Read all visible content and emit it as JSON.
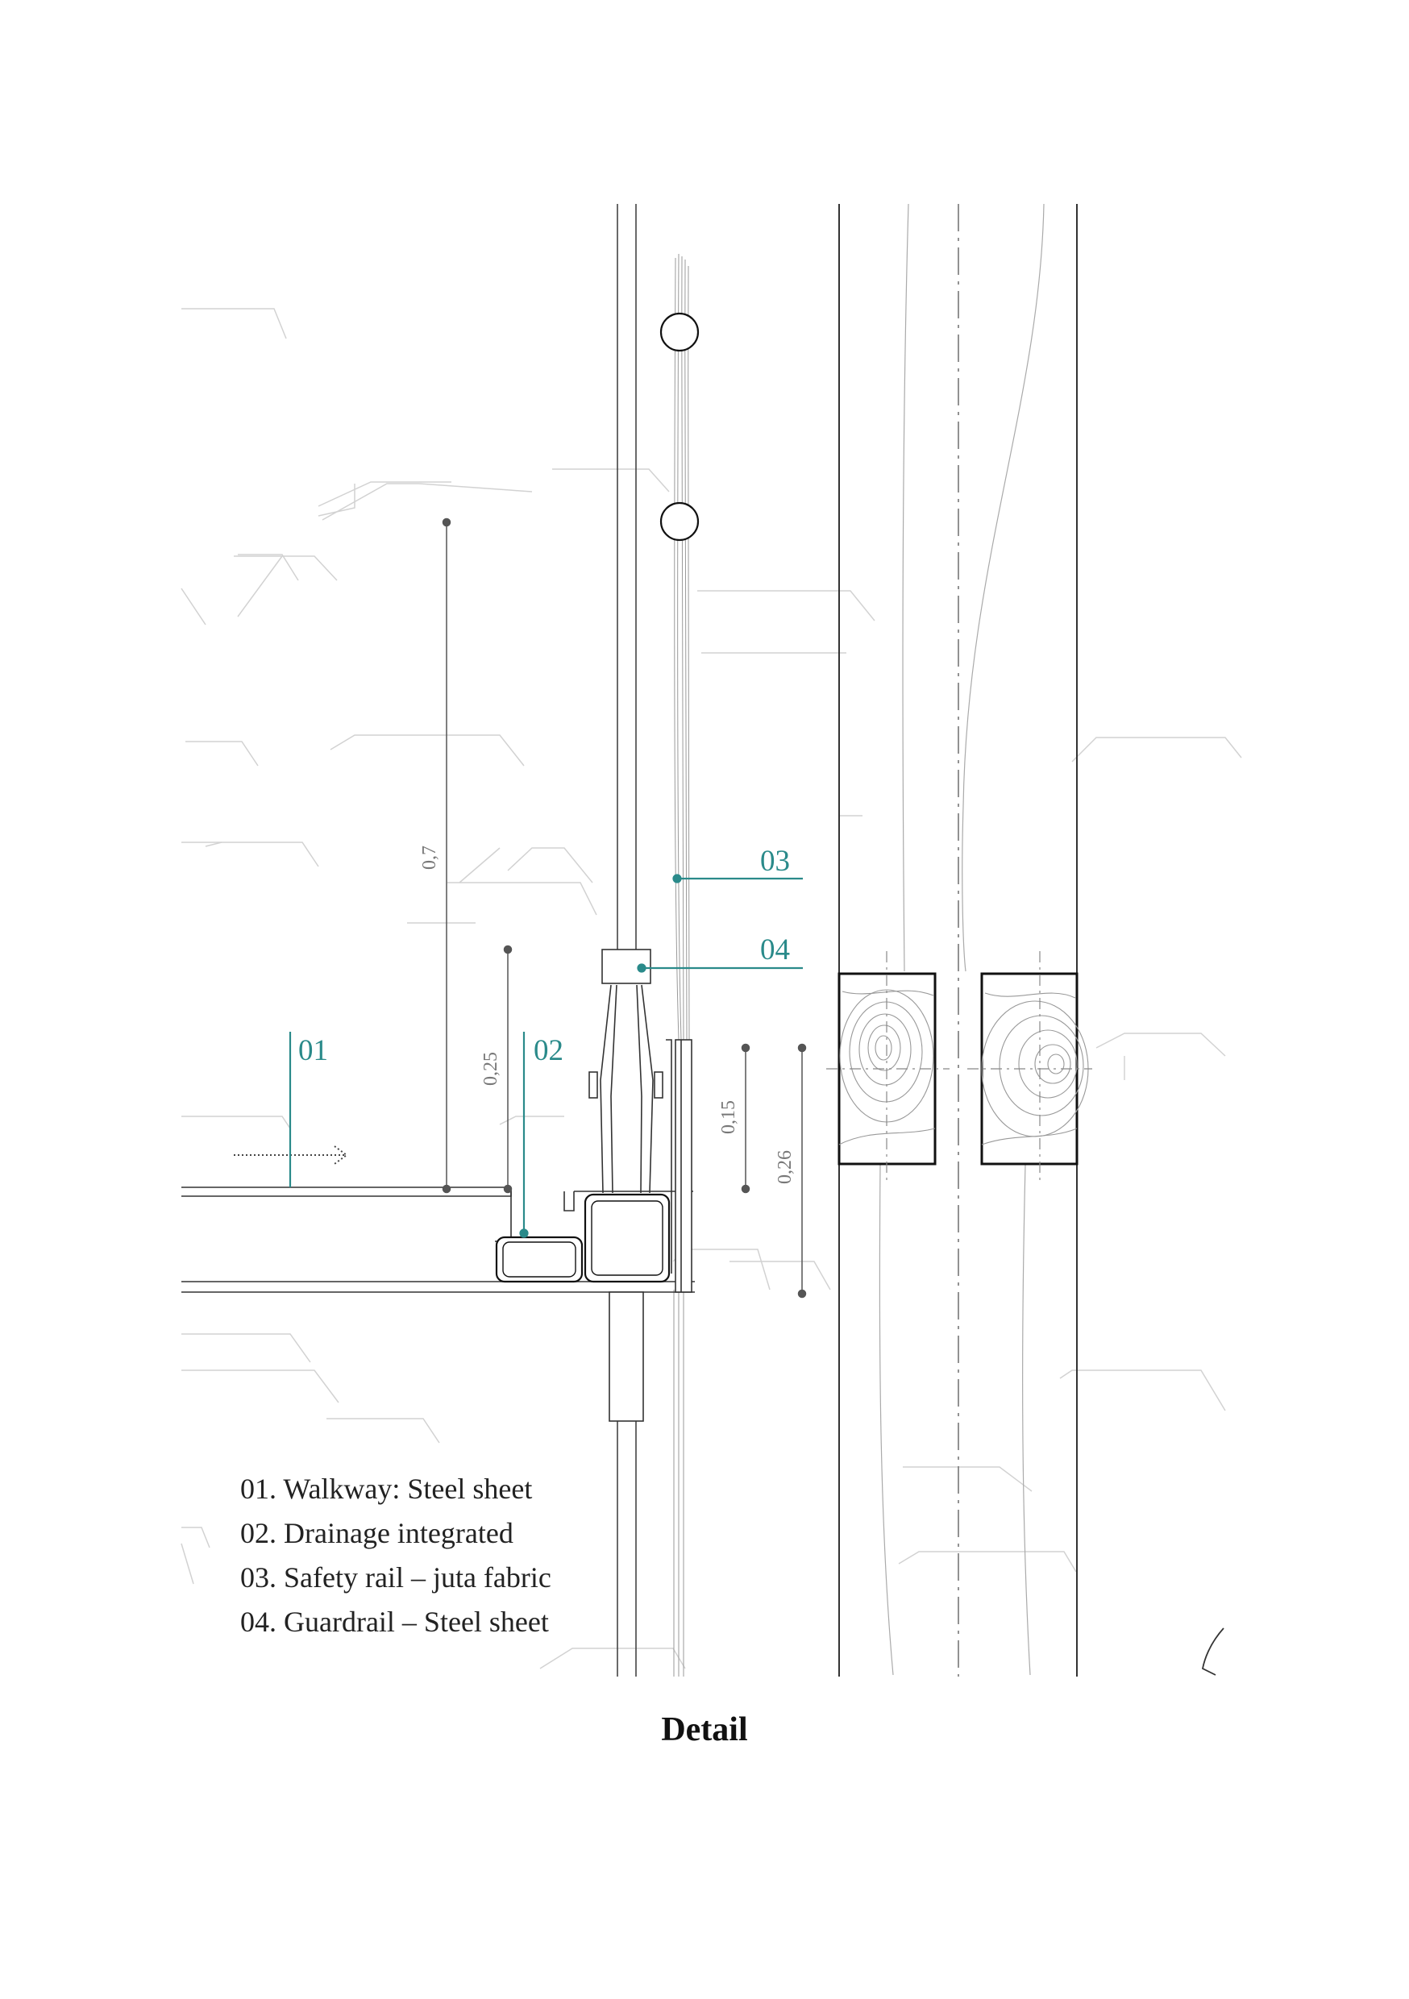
{
  "callouts": {
    "c01": "01",
    "c02": "02",
    "c03": "03",
    "c04": "04"
  },
  "dimensions": {
    "d_07": "0,7",
    "d_025": "0,25",
    "d_015": "0,15",
    "d_026": "0,26"
  },
  "legend": [
    "01. Walkway: Steel sheet",
    "02. Drainage integrated",
    "03. Safety rail – juta fabric",
    "04. Guardrail – Steel sheet"
  ],
  "title": "Detail",
  "colors": {
    "callout": "#2a8a8a",
    "line": "#333333",
    "dimension": "#555555",
    "hatch": "#cccccc"
  }
}
